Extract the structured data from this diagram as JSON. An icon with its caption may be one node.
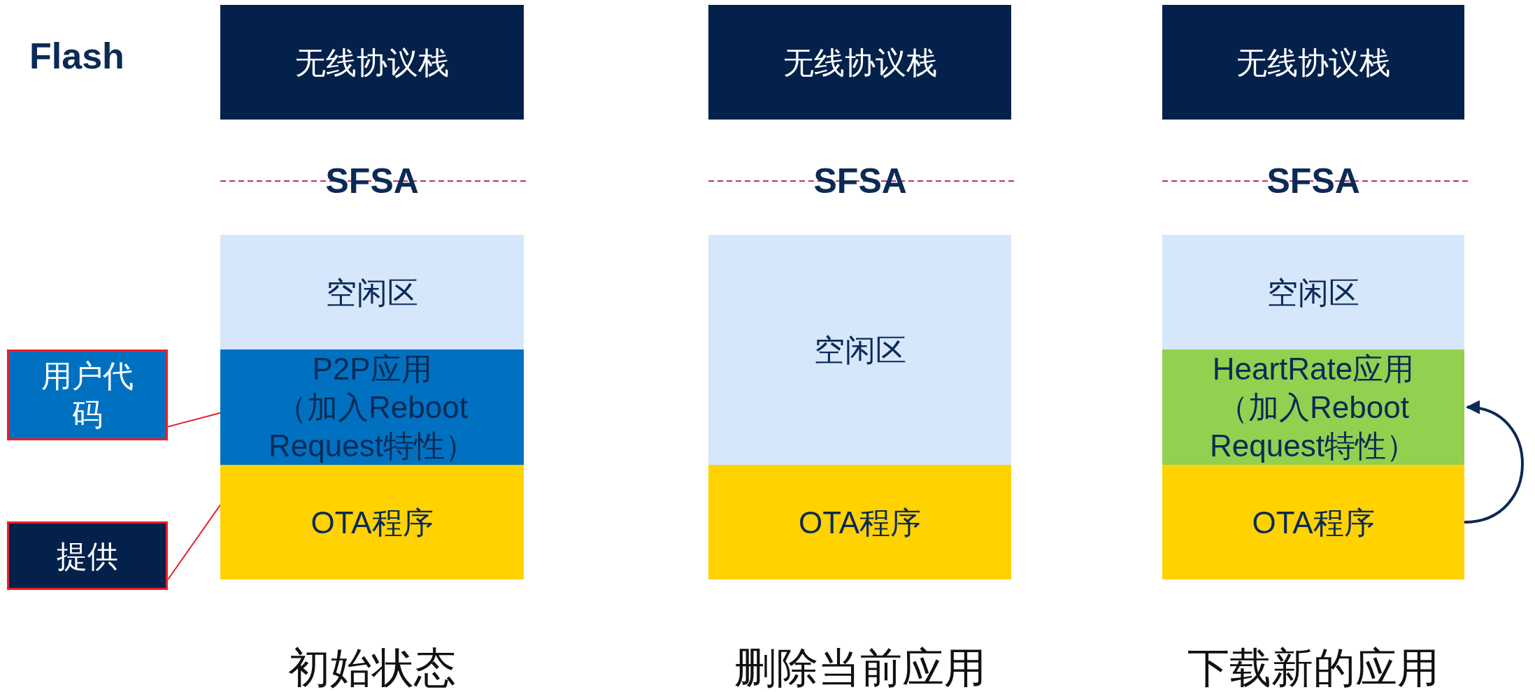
{
  "diagram": {
    "nodes": [
      {
        "text": [
          "用户代码"
        ]
      },
      {
        "text": [
          "提供"
        ]
      },
      {
        "text": [
          "无线协议栈"
        ]
      },
      {
        "text": [
          "空闲区"
        ]
      },
      {
        "text": [
          "P2P应用",
          "（加入Reboot Request特性）"
        ]
      },
      {
        "text": [
          "OTA程序"
        ]
      },
      {
        "text": [
          "无线协议栈"
        ]
      },
      {
        "text": [
          "空闲区"
        ]
      },
      {
        "text": [
          "OTA程序"
        ]
      },
      {
        "text": [
          "无线协议栈"
        ]
      },
      {
        "text": [
          "空闲区"
        ]
      },
      {
        "text": [
          "HeartRate应用",
          "（加入Reboot Request特性）"
        ]
      },
      {
        "text": [
          "OTA程序"
        ]
      }
    ],
    "edges": [
      {
        "from": 0,
        "to": 4,
        "arrow": "none"
      },
      {
        "from": 1,
        "to": 5,
        "arrow": "none"
      },
      {
        "from": 12,
        "to": 11,
        "arrow": "to",
        "color": "#0b2a55"
      }
    ],
    "labels": [
      "Flash",
      "SFSA",
      "SFSA",
      "SFSA",
      "初始状态",
      "删除当前应用",
      "下载新的应用"
    ]
  }
}
